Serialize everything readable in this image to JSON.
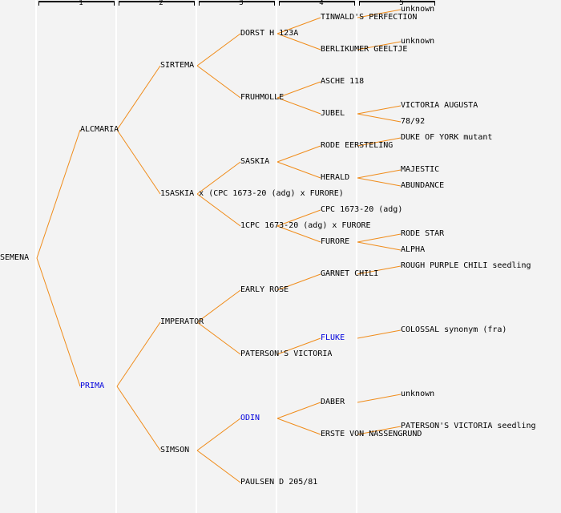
{
  "columns": [
    "1",
    "2",
    "3",
    "4",
    "5"
  ],
  "colors": {
    "line": "#f08c1a",
    "link": "#0000dd",
    "text": "#000000",
    "background": "#f3f3f3"
  },
  "root": {
    "label": "SEMENA"
  },
  "nodes": [
    {
      "id": "alcmaria",
      "label": "ALCMARIA",
      "gen": 1,
      "parent": "root"
    },
    {
      "id": "prima",
      "label": "PRIMA",
      "gen": 1,
      "parent": "root",
      "link": true
    },
    {
      "id": "sirtema",
      "label": "SIRTEMA",
      "gen": 2,
      "parent": "alcmaria"
    },
    {
      "id": "1saskia",
      "label": "1SASKIA x (CPC 1673-20 (adg) x FURORE)",
      "gen": 2,
      "parent": "alcmaria"
    },
    {
      "id": "imperator",
      "label": "IMPERATOR",
      "gen": 2,
      "parent": "prima"
    },
    {
      "id": "simson",
      "label": "SIMSON",
      "gen": 2,
      "parent": "prima"
    },
    {
      "id": "dorst",
      "label": "DORST H 123A",
      "gen": 3,
      "parent": "sirtema"
    },
    {
      "id": "fruhmolle",
      "label": "FRUHMOLLE",
      "gen": 3,
      "parent": "sirtema"
    },
    {
      "id": "saskia",
      "label": "SASKIA",
      "gen": 3,
      "parent": "1saskia"
    },
    {
      "id": "1cpc",
      "label": "1CPC 1673-20 (adg) x FURORE",
      "gen": 3,
      "parent": "1saskia"
    },
    {
      "id": "earlyrose",
      "label": "EARLY ROSE",
      "gen": 3,
      "parent": "imperator"
    },
    {
      "id": "patersonv",
      "label": "PATERSON'S VICTORIA",
      "gen": 3,
      "parent": "imperator"
    },
    {
      "id": "odin",
      "label": "ODIN",
      "gen": 3,
      "parent": "simson",
      "link": true
    },
    {
      "id": "paulsen",
      "label": "PAULSEN D 205/81",
      "gen": 3,
      "parent": "simson"
    },
    {
      "id": "tinwald",
      "label": "TINWALD'S PERFECTION",
      "gen": 4,
      "parent": "dorst"
    },
    {
      "id": "berlikumer",
      "label": "BERLIKUMER GEELTJE",
      "gen": 4,
      "parent": "dorst"
    },
    {
      "id": "asche",
      "label": "ASCHE 118",
      "gen": 4,
      "parent": "fruhmolle"
    },
    {
      "id": "jubel",
      "label": "JUBEL",
      "gen": 4,
      "parent": "fruhmolle"
    },
    {
      "id": "rode",
      "label": "RODE EERSTELING",
      "gen": 4,
      "parent": "saskia"
    },
    {
      "id": "herald",
      "label": "HERALD",
      "gen": 4,
      "parent": "saskia"
    },
    {
      "id": "cpc",
      "label": "CPC 1673-20 (adg)",
      "gen": 4,
      "parent": "1cpc"
    },
    {
      "id": "furore",
      "label": "FURORE",
      "gen": 4,
      "parent": "1cpc"
    },
    {
      "id": "garnet",
      "label": "GARNET CHILI",
      "gen": 4,
      "parent": "earlyrose"
    },
    {
      "id": "fluke",
      "label": "FLUKE",
      "gen": 4,
      "parent": "patersonv",
      "link": true
    },
    {
      "id": "daber",
      "label": "DABER",
      "gen": 4,
      "parent": "odin"
    },
    {
      "id": "erste",
      "label": "ERSTE VON NASSENGRUND",
      "gen": 4,
      "parent": "odin"
    },
    {
      "id": "unk1",
      "label": "unknown",
      "gen": 5,
      "parent": "tinwald"
    },
    {
      "id": "unk2",
      "label": "unknown",
      "gen": 5,
      "parent": "berlikumer"
    },
    {
      "id": "victoria",
      "label": "VICTORIA AUGUSTA",
      "gen": 5,
      "parent": "jubel"
    },
    {
      "id": "7892",
      "label": "78/92",
      "gen": 5,
      "parent": "jubel"
    },
    {
      "id": "duke",
      "label": "DUKE OF YORK mutant",
      "gen": 5,
      "parent": "rode"
    },
    {
      "id": "majestic",
      "label": "MAJESTIC",
      "gen": 5,
      "parent": "herald"
    },
    {
      "id": "abundance",
      "label": "ABUNDANCE",
      "gen": 5,
      "parent": "herald"
    },
    {
      "id": "rodestar",
      "label": "RODE STAR",
      "gen": 5,
      "parent": "furore"
    },
    {
      "id": "alpha",
      "label": "ALPHA",
      "gen": 5,
      "parent": "furore"
    },
    {
      "id": "rough",
      "label": "ROUGH PURPLE CHILI seedling",
      "gen": 5,
      "parent": "garnet"
    },
    {
      "id": "colossal",
      "label": "COLOSSAL synonym (fra)",
      "gen": 5,
      "parent": "fluke"
    },
    {
      "id": "unk3",
      "label": "unknown",
      "gen": 5,
      "parent": "daber"
    },
    {
      "id": "patseed",
      "label": "PATERSON'S VICTORIA seedling",
      "gen": 5,
      "parent": "erste"
    }
  ]
}
